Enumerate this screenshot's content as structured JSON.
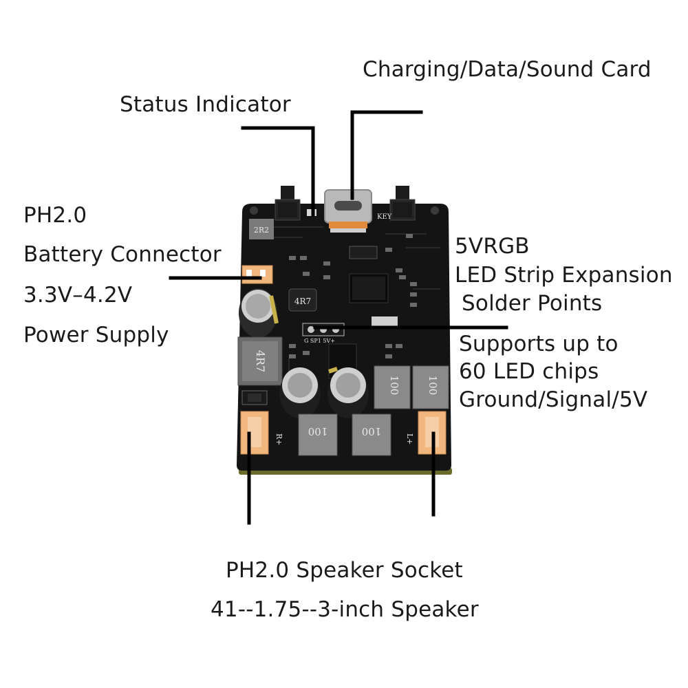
{
  "labels": {
    "sound_card": "Charging/Data/Sound Card",
    "status": "Status Indicator",
    "battery": [
      "PH2.0",
      "Battery Connector",
      "3.3V–4.2V",
      "Power Supply"
    ],
    "rgb": [
      "5VRGB",
      "LED Strip Expansion",
      " Solder Points"
    ],
    "led_support": [
      "Supports up to",
      "60 LED chips",
      "Ground/Signal/5V"
    ],
    "speaker": [
      "PH2.0 Speaker Socket",
      "41--1.75--3-inch Speaker"
    ]
  },
  "board": {
    "inductor_big": "4R7",
    "inductor_small": "4R7",
    "inductor_top": "2R2",
    "inductors": [
      "100",
      "100",
      "100",
      "100"
    ],
    "key_label": "KEY",
    "pads_label": "G SP1 5V+",
    "terminal_left": "R+",
    "terminal_right": "L+"
  },
  "colors": {
    "pcb": "#141414",
    "connector": "#f2b77e",
    "inductor": "#8a8a8a",
    "leader": "#000000"
  }
}
